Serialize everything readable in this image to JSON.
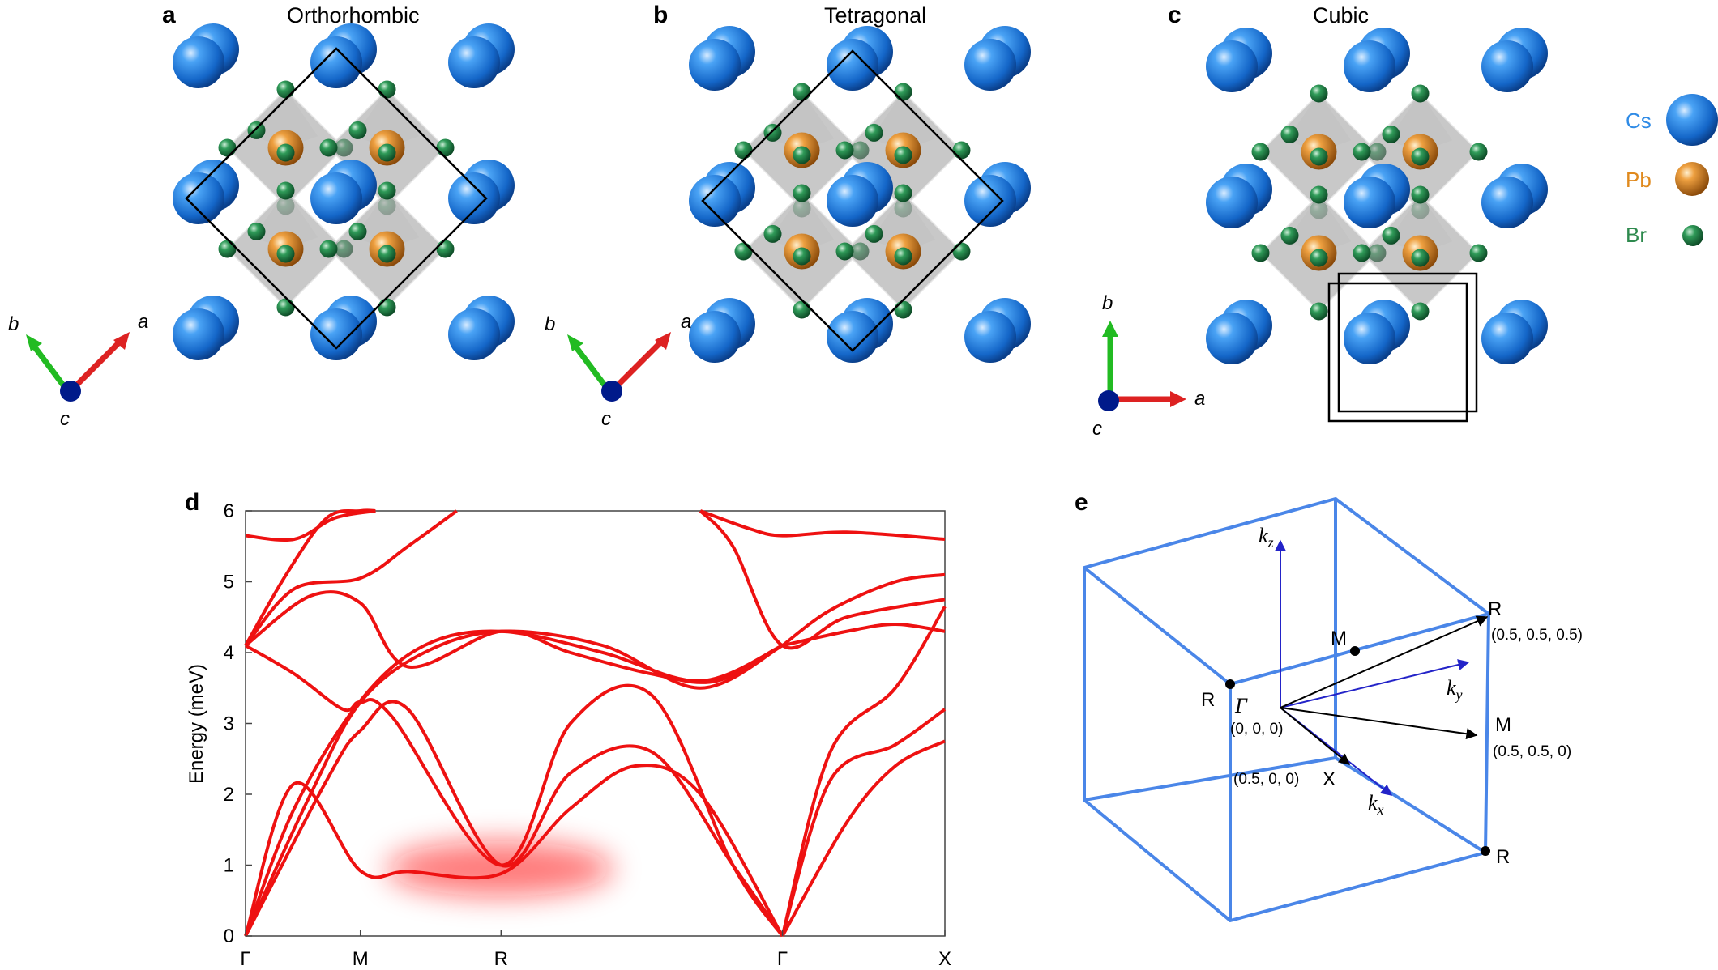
{
  "panels": {
    "a": {
      "label": "a",
      "title": "Orthorhombic"
    },
    "b": {
      "label": "b",
      "title": "Tetragonal"
    },
    "c": {
      "label": "c",
      "title": "Cubic"
    },
    "d": {
      "label": "d"
    },
    "e": {
      "label": "e"
    }
  },
  "axes_triad": {
    "a": "a",
    "b": "b",
    "c": "c"
  },
  "legend": [
    {
      "symbol": "Cs",
      "color": "#2f8be6"
    },
    {
      "symbol": "Pb",
      "color": "#e08a1e"
    },
    {
      "symbol": "Br",
      "color": "#2e8a4e"
    }
  ],
  "colors": {
    "cs": "#1f7fe0",
    "pb": "#d9801b",
    "br": "#2a8049",
    "bands": "#ee1111",
    "bz": "#4a86e8",
    "k": "#2323c8"
  },
  "chart_data": {
    "type": "line",
    "ylabel": "Energy (meV)",
    "ylim": [
      0,
      6
    ],
    "yticks": [
      "0",
      "1",
      "2",
      "3",
      "4",
      "5",
      "6"
    ],
    "xticks": [
      "Γ",
      "M",
      "R",
      "Γ",
      "X"
    ],
    "xtick_pos": [
      0,
      0.707,
      1.573,
      3.305,
      4.305
    ],
    "highlight": {
      "from": 0.5,
      "to": 1.9,
      "energy": 0.9
    },
    "series": [
      {
        "x": [
          0,
          0.3,
          0.7,
          1.1,
          1.573,
          2.2,
          2.8,
          3.305
        ],
        "y": [
          0,
          1.8,
          3.3,
          4.1,
          4.3,
          4.0,
          3.6,
          4.1
        ]
      },
      {
        "x": [
          0,
          0.4,
          0.707,
          1.1,
          1.573,
          2.2,
          2.8,
          3.305
        ],
        "y": [
          0,
          2.0,
          3.3,
          4.0,
          4.3,
          4.1,
          3.5,
          4.1
        ]
      },
      {
        "x": [
          0,
          0.3,
          0.707,
          1.0,
          1.573,
          2.0,
          2.4,
          2.8,
          3.305
        ],
        "y": [
          0,
          2.15,
          0.92,
          0.91,
          0.88,
          1.8,
          2.4,
          2.0,
          0
        ]
      },
      {
        "x": [
          0,
          0.5,
          0.707,
          1.0,
          1.573,
          2.0,
          2.5,
          3.0,
          3.305
        ],
        "y": [
          0,
          2.2,
          2.9,
          3.2,
          1.0,
          2.3,
          2.6,
          1.0,
          0
        ]
      },
      {
        "x": [
          0,
          0.3,
          0.6,
          0.707,
          0.9,
          1.573,
          2.0,
          2.5,
          3.0,
          3.305
        ],
        "y": [
          4.1,
          3.7,
          3.2,
          3.3,
          3.1,
          1.0,
          3.0,
          3.4,
          1.0,
          0
        ]
      },
      {
        "x": [
          0,
          0.4,
          0.707,
          1.0,
          1.573,
          2.0,
          2.5,
          2.9,
          3.305
        ],
        "y": [
          4.1,
          4.8,
          4.7,
          3.8,
          4.3,
          4.0,
          3.7,
          3.6,
          4.1
        ]
      },
      {
        "x": [
          0,
          0.3,
          0.707,
          1.0,
          1.3
        ],
        "y": [
          4.1,
          4.9,
          5.05,
          5.5,
          6.0
        ]
      },
      {
        "x": [
          0,
          0.25,
          0.5,
          0.707,
          0.8
        ],
        "y": [
          4.1,
          5.1,
          5.9,
          6.0,
          6.0
        ]
      },
      {
        "x": [
          0,
          0.3,
          0.55,
          0.8
        ],
        "y": [
          5.65,
          5.6,
          5.9,
          6.0
        ]
      },
      {
        "x": [
          2.8,
          3.0,
          3.305,
          3.7,
          4.305
        ],
        "y": [
          6.0,
          5.5,
          4.1,
          4.5,
          4.75
        ]
      },
      {
        "x": [
          2.8,
          3.1,
          3.305,
          3.7,
          4.305
        ],
        "y": [
          6.0,
          5.75,
          5.65,
          5.7,
          5.6
        ]
      },
      {
        "x": [
          3.305,
          3.7,
          4.0,
          4.305
        ],
        "y": [
          4.1,
          4.3,
          4.4,
          4.3
        ]
      },
      {
        "x": [
          3.305,
          3.6,
          4.0,
          4.305
        ],
        "y": [
          4.1,
          4.6,
          5.0,
          5.1
        ]
      },
      {
        "x": [
          3.305,
          3.6,
          4.0,
          4.305
        ],
        "y": [
          0,
          2.6,
          3.5,
          4.65
        ]
      },
      {
        "x": [
          3.305,
          3.6,
          4.0,
          4.305
        ],
        "y": [
          0,
          2.2,
          2.7,
          3.2
        ]
      },
      {
        "x": [
          3.305,
          3.7,
          4.0,
          4.305
        ],
        "y": [
          0,
          1.6,
          2.4,
          2.75
        ]
      }
    ]
  },
  "bz": {
    "points": [
      {
        "name": "Γ",
        "coord": "(0, 0, 0)"
      },
      {
        "name": "R",
        "coord": ""
      },
      {
        "name": "M",
        "coord": ""
      },
      {
        "name": "R",
        "coord": "(0.5, 0.5, 0.5)"
      },
      {
        "name": "M",
        "coord": "(0.5, 0.5, 0)"
      },
      {
        "name": "X",
        "coord": "(0.5, 0, 0)"
      },
      {
        "name": "R",
        "coord": ""
      }
    ],
    "kx": "k",
    "kx_sub": "x",
    "ky": "k",
    "ky_sub": "y",
    "kz": "k",
    "kz_sub": "z"
  }
}
